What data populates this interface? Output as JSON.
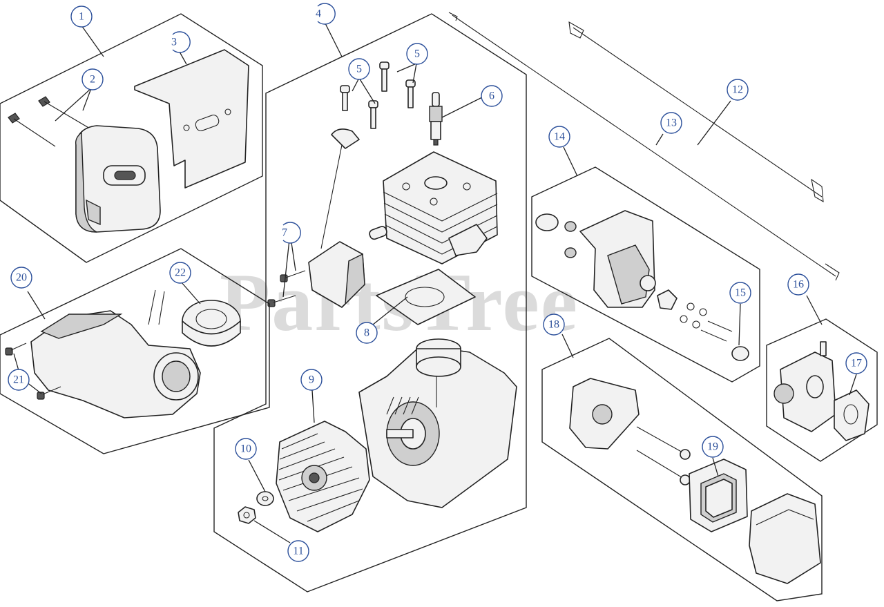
{
  "watermark": {
    "text": "PartsTree"
  },
  "colors": {
    "callout_text": "#2b4f9a",
    "line": "#222222",
    "part_fill": "#f2f2f2",
    "part_shade": "#cfcfcf",
    "watermark": "#bdbdbd"
  },
  "callouts": [
    {
      "id": "c1",
      "label": "1"
    },
    {
      "id": "c2",
      "label": "2"
    },
    {
      "id": "c3",
      "label": "3"
    },
    {
      "id": "c4",
      "label": "4"
    },
    {
      "id": "c5a",
      "label": "5"
    },
    {
      "id": "c5b",
      "label": "5"
    },
    {
      "id": "c6",
      "label": "6"
    },
    {
      "id": "c7",
      "label": "7"
    },
    {
      "id": "c8",
      "label": "8"
    },
    {
      "id": "c9",
      "label": "9"
    },
    {
      "id": "c10",
      "label": "10"
    },
    {
      "id": "c11",
      "label": "11"
    },
    {
      "id": "c12",
      "label": "12"
    },
    {
      "id": "c13",
      "label": "13"
    },
    {
      "id": "c14",
      "label": "14"
    },
    {
      "id": "c15",
      "label": "15"
    },
    {
      "id": "c16",
      "label": "16"
    },
    {
      "id": "c17",
      "label": "17"
    },
    {
      "id": "c18",
      "label": "18"
    },
    {
      "id": "c19",
      "label": "19"
    },
    {
      "id": "c20",
      "label": "20"
    },
    {
      "id": "c21",
      "label": "21"
    },
    {
      "id": "c22",
      "label": "22"
    }
  ]
}
